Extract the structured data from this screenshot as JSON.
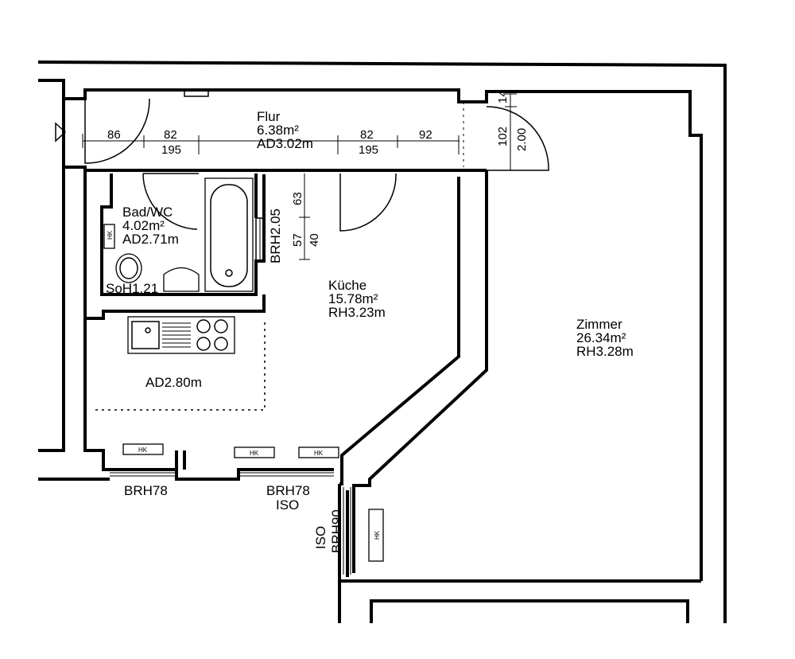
{
  "rooms": {
    "flur": {
      "name": "Flur",
      "area": "6.38m²",
      "height": "AD3.02m"
    },
    "bad": {
      "name": "Bad/WC",
      "area": "4.02m²",
      "height": "AD2.71m"
    },
    "kueche": {
      "name": "Küche",
      "area": "15.78m²",
      "height": "RH3.23m",
      "sub_height": "AD2.80m"
    },
    "zimmer": {
      "name": "Zimmer",
      "area": "26.34m²",
      "height": "RH3.28m"
    }
  },
  "dimensions": {
    "flur_a": "86",
    "flur_b": "82",
    "flur_b_h": "195",
    "flur_c": "82",
    "flur_c_h": "195",
    "flur_d": "92",
    "door_zimmer_top": "14",
    "door_zimmer_w": "102",
    "door_zimmer_h": "2.00",
    "kueche_v1": "63",
    "kueche_v2": "57",
    "kueche_v3": "40"
  },
  "annotations": {
    "brh_bad": "BRH2.05",
    "soh": "SoH1.21",
    "brh_left": "BRH78",
    "brh_mid": "BRH78",
    "iso_mid": "ISO",
    "iso_right": "ISO",
    "brh_right": "BRH90",
    "hk": "HK"
  }
}
